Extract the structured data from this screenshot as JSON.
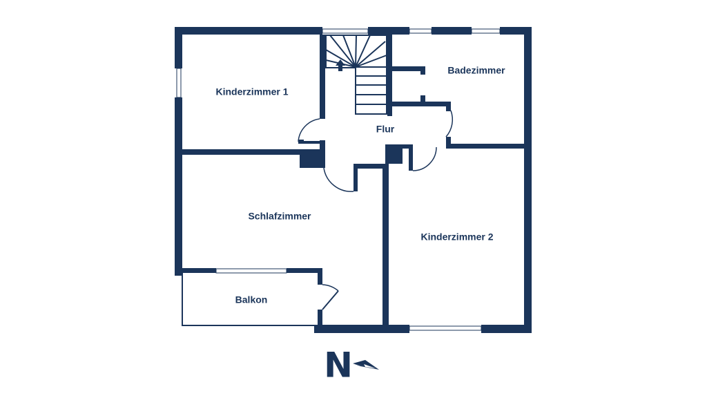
{
  "plan": {
    "rooms": {
      "kinderzimmer_1": "Kinderzimmer 1",
      "badezimmer": "Badezimmer",
      "flur": "Flur",
      "schlafzimmer": "Schlafzimmer",
      "kinderzimmer_2": "Kinderzimmer 2",
      "balkon": "Balkon"
    }
  },
  "compass": {
    "letter": "N",
    "icon": "north-arrow-icon"
  },
  "colors": {
    "wall": "#1b355a",
    "background": "#ffffff"
  }
}
